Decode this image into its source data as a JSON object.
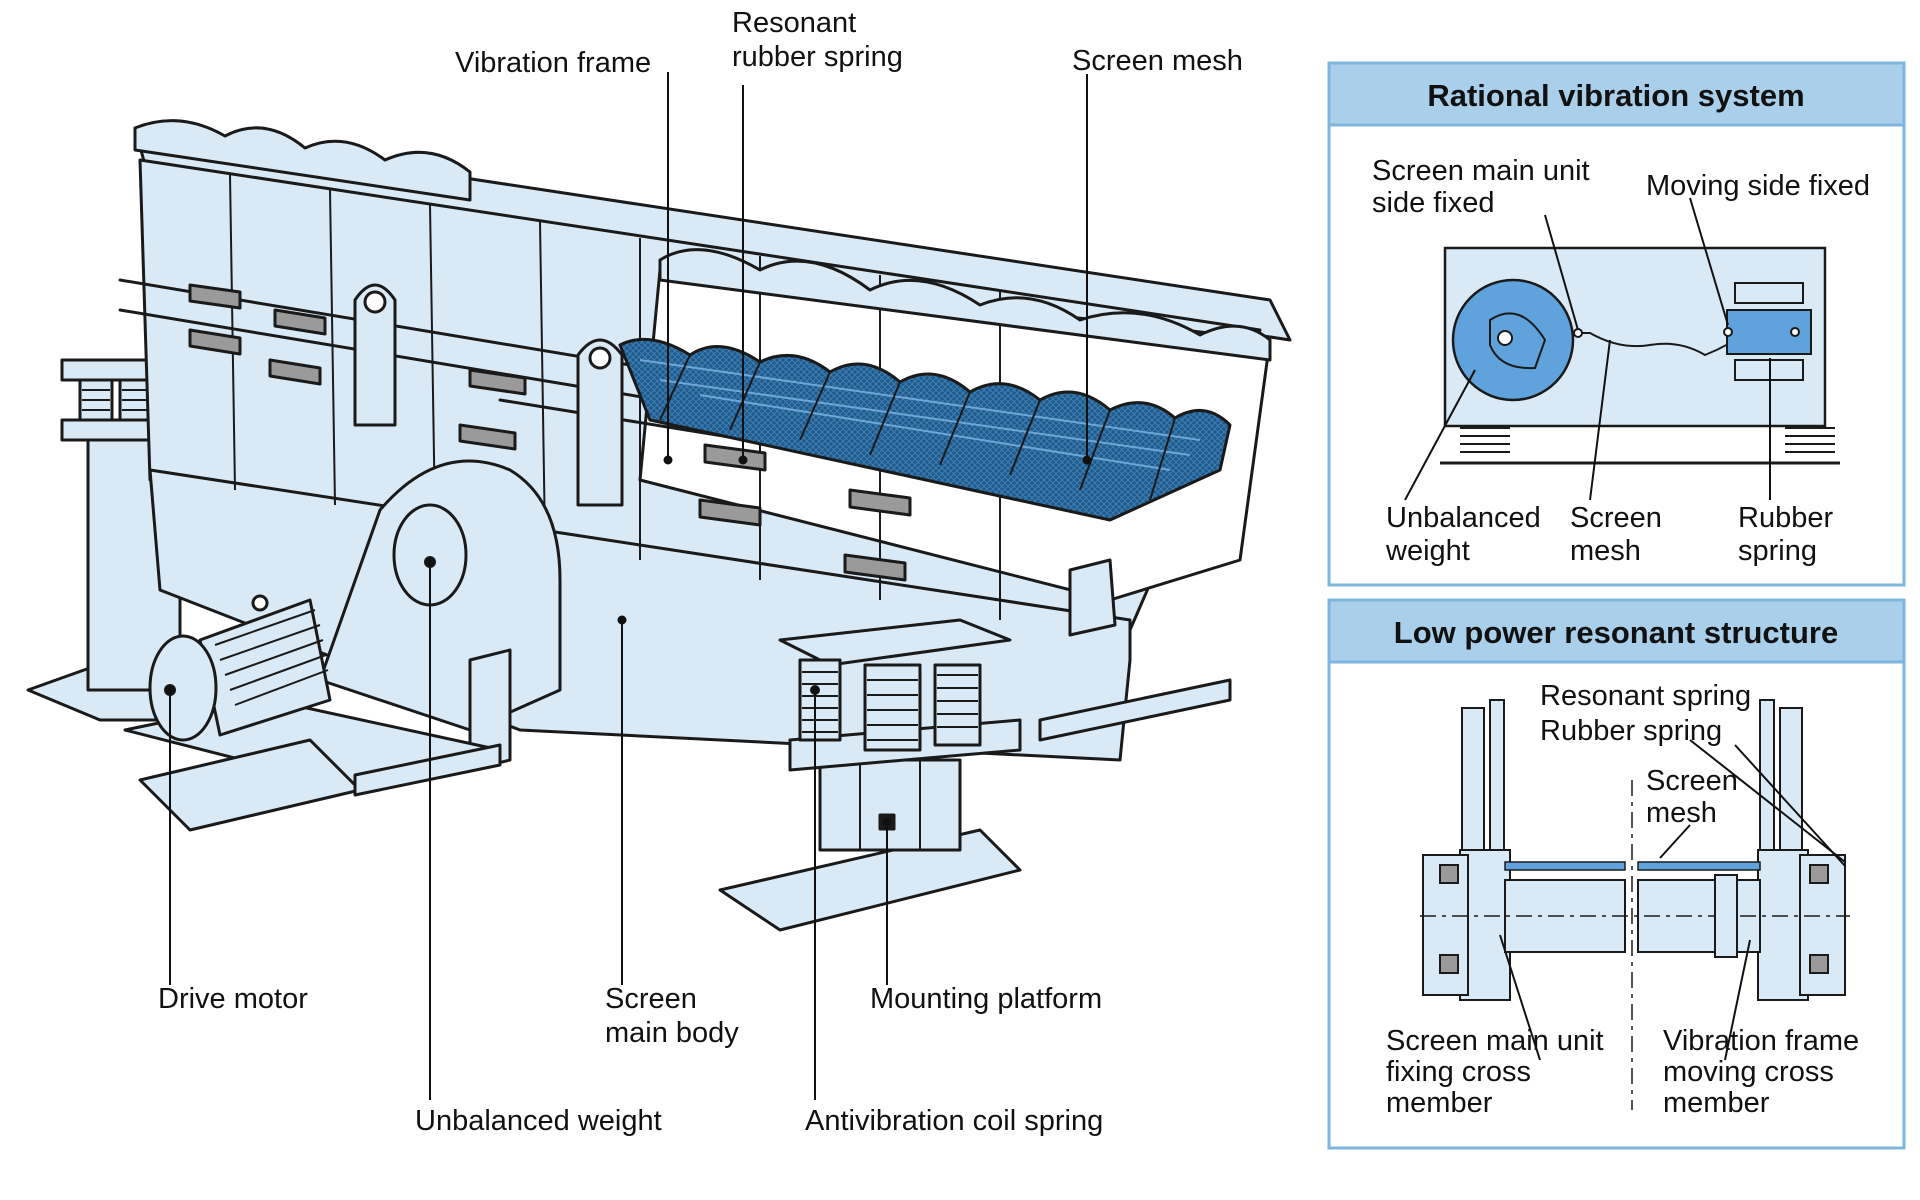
{
  "colors": {
    "body_fill": "#d9e9f5",
    "mesh_fill": "#1f5a8a",
    "mesh_edge": "#6fa6d6",
    "panel_header": "#a9cfea",
    "panel_border": "#7db5de",
    "block_gray": "#9a9a9a",
    "weight_fill": "#5fa2dc"
  },
  "main_labels": {
    "vibration_frame": "Vibration frame",
    "resonant_rubber_spring_1": "Resonant",
    "resonant_rubber_spring_2": "rubber spring",
    "screen_mesh": "Screen mesh",
    "drive_motor": "Drive motor",
    "screen_main_body_1": "Screen",
    "screen_main_body_2": "main body",
    "mounting_platform": "Mounting platform",
    "unbalanced_weight": "Unbalanced weight",
    "antivibration_coil_spring": "Antivibration coil spring"
  },
  "panel_rational": {
    "title": "Rational vibration system",
    "screen_main_unit_1": "Screen main unit",
    "screen_main_unit_2": "side fixed",
    "moving_side_fixed": "Moving side fixed",
    "unbalanced_weight_1": "Unbalanced",
    "unbalanced_weight_2": "weight",
    "screen_mesh_1": "Screen",
    "screen_mesh_2": "mesh",
    "rubber_spring_1": "Rubber",
    "rubber_spring_2": "spring"
  },
  "panel_resonant": {
    "title": "Low power resonant structure",
    "resonant_spring": "Resonant spring",
    "rubber_spring": "Rubber spring",
    "screen_mesh_1": "Screen",
    "screen_mesh_2": "mesh",
    "fixing_cross_1": "Screen main unit",
    "fixing_cross_2": "fixing cross",
    "fixing_cross_3": "member",
    "moving_cross_1": "Vibration frame",
    "moving_cross_2": "moving cross",
    "moving_cross_3": "member"
  }
}
